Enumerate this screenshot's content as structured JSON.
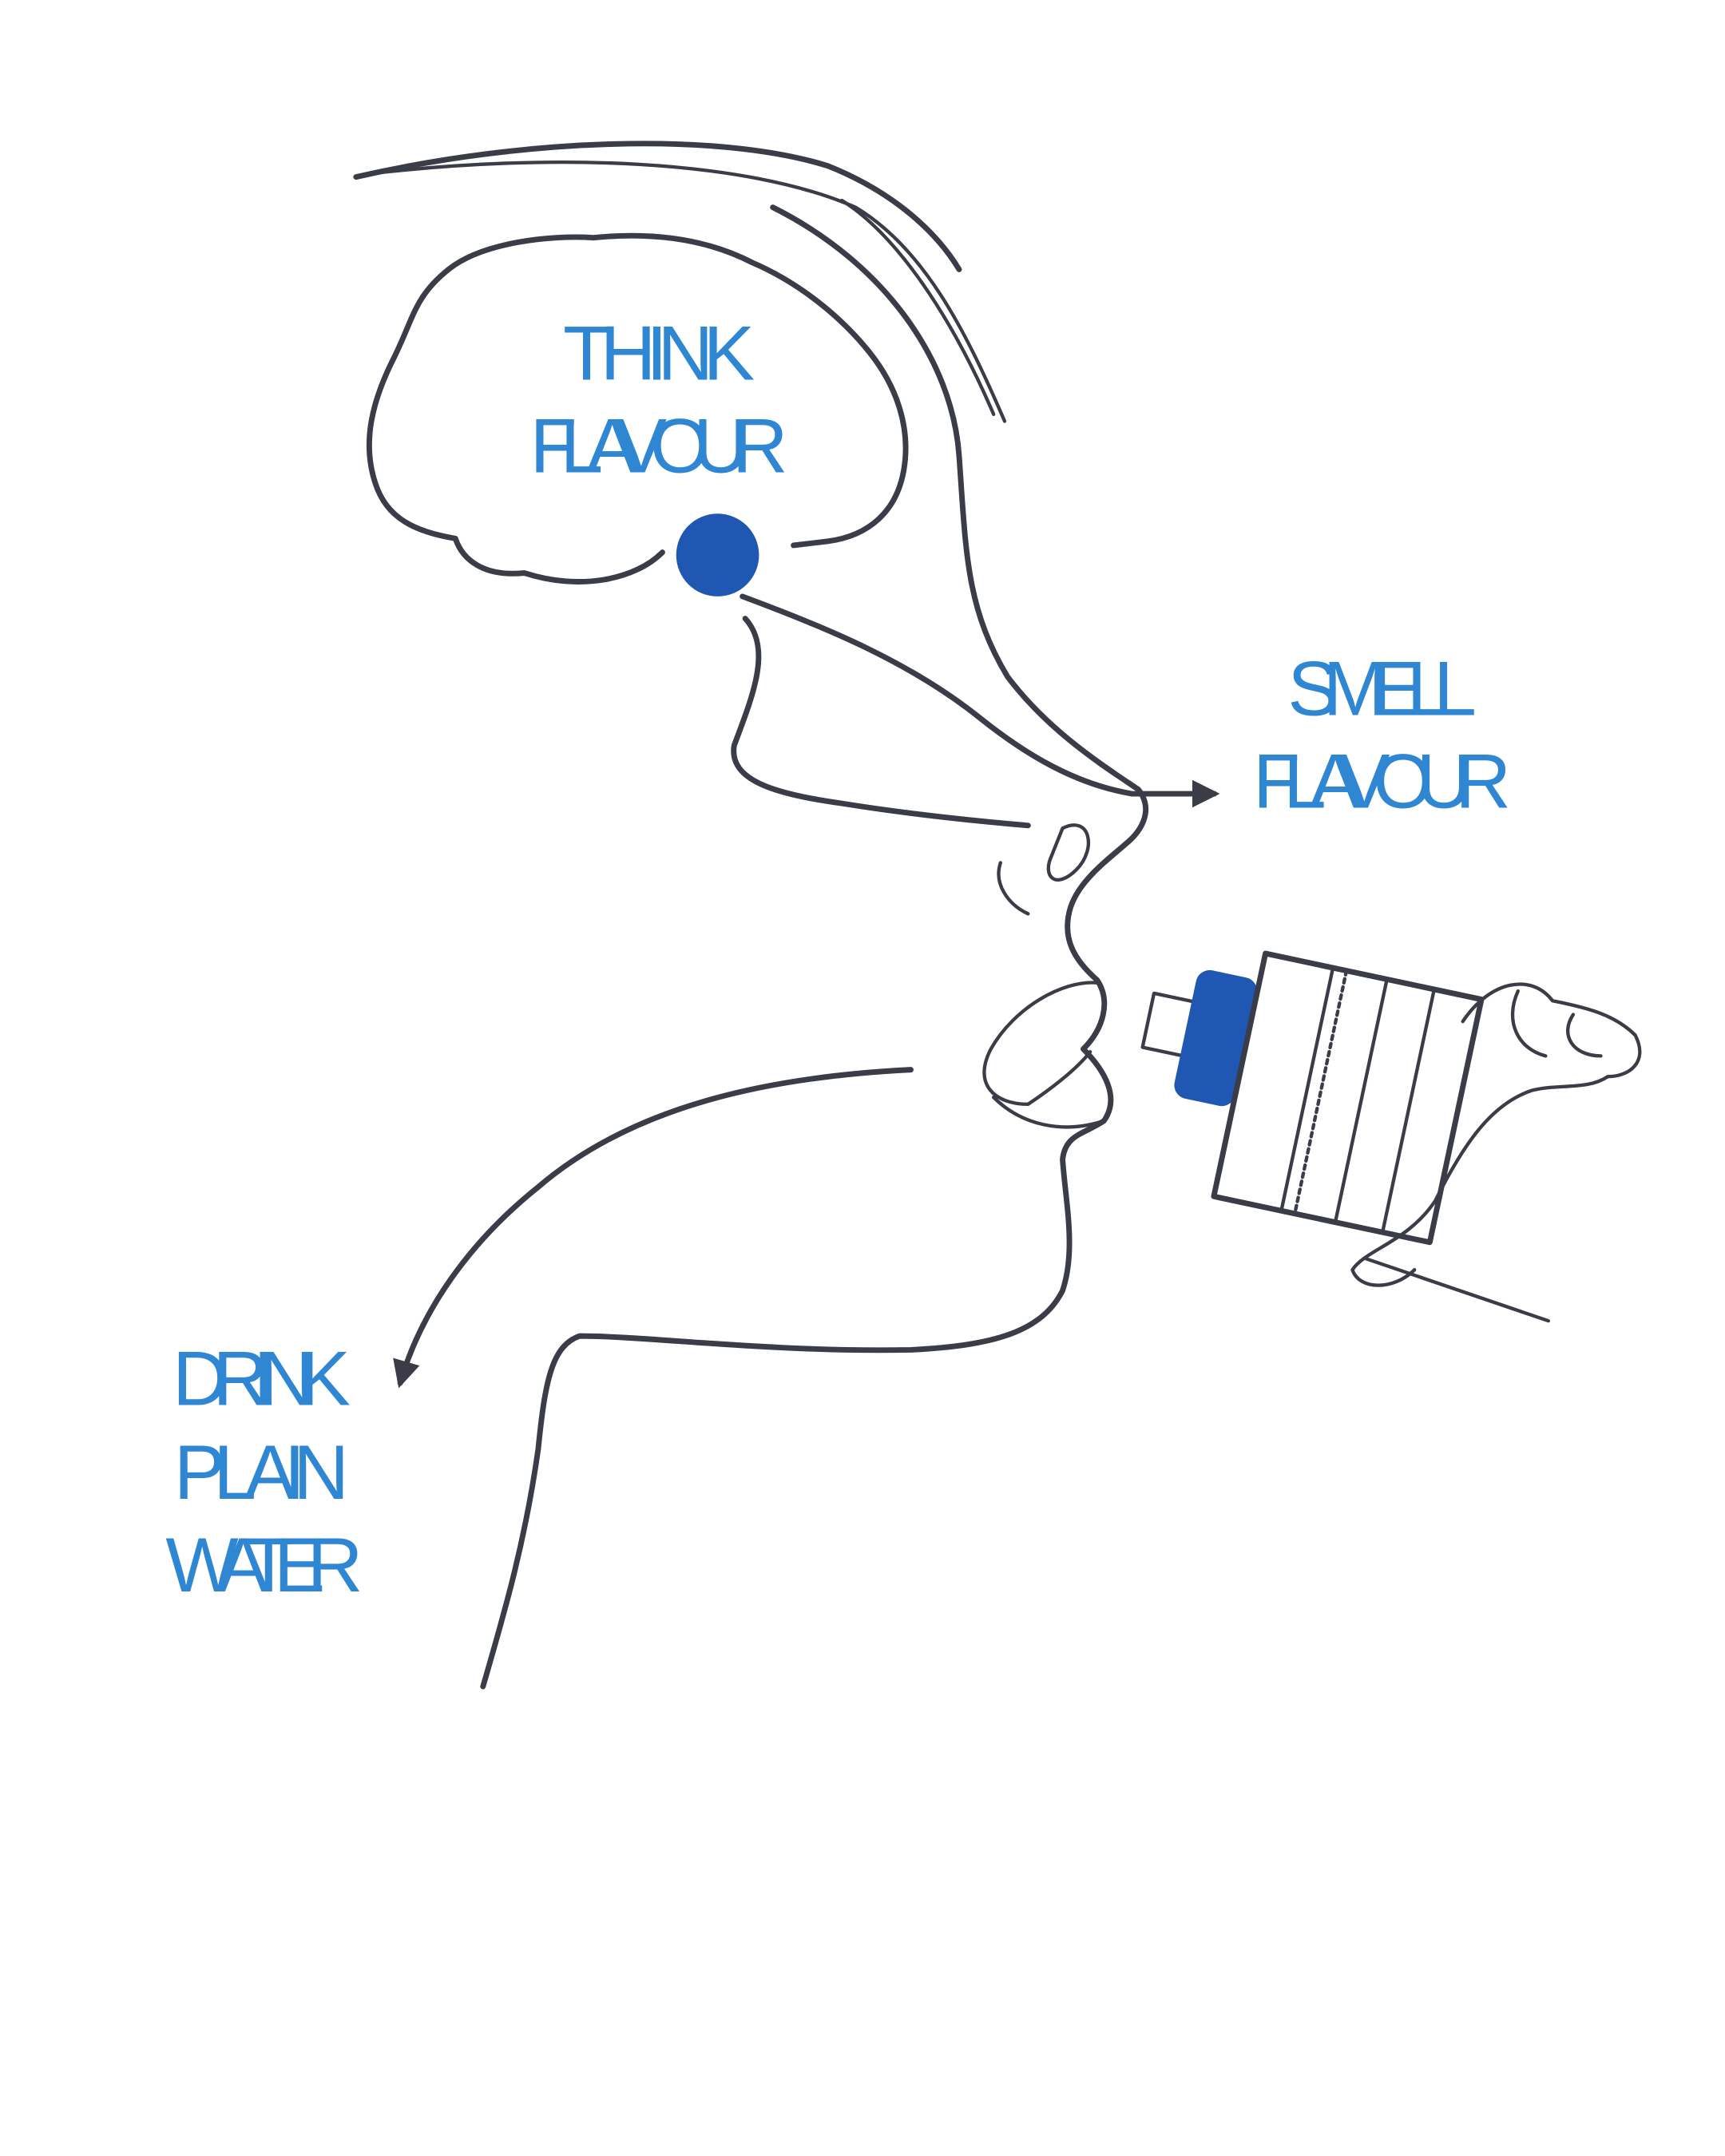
{
  "colors": {
    "label": "#2f86d3",
    "accent_dot": "#1f57b3",
    "line": "#3a3d48"
  },
  "labels": {
    "think": [
      "THINK",
      "FLAVOUR"
    ],
    "smell": [
      "SMELL",
      "FLAVOUR"
    ],
    "drink": [
      "DRINK",
      "PLAIN",
      "WATER"
    ]
  }
}
